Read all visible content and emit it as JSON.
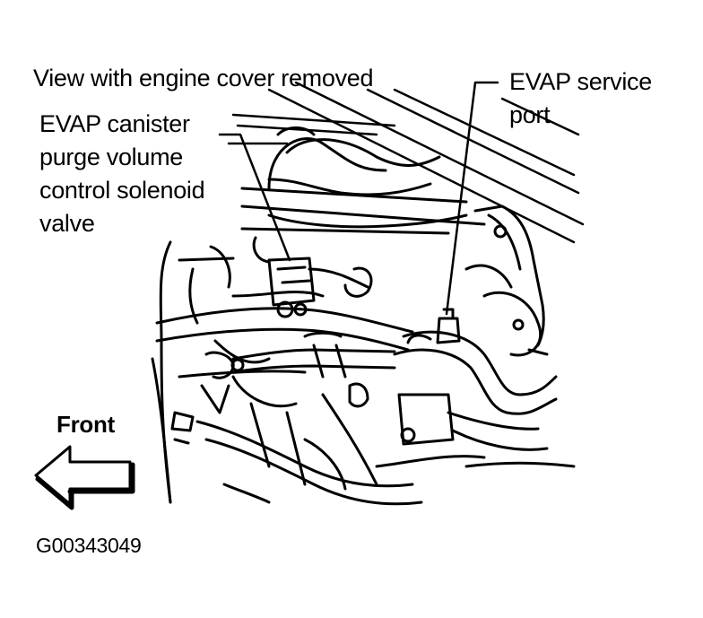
{
  "header": {
    "view_note": "View with engine cover removed"
  },
  "callouts": {
    "solenoid": {
      "lines": [
        "EVAP canister",
        "purge volume",
        "control solenoid",
        "valve"
      ]
    },
    "service_port": {
      "lines": [
        "EVAP service",
        "port"
      ]
    }
  },
  "direction": {
    "label": "Front"
  },
  "figure_id": "G00343049",
  "colors": {
    "ink": "#000000",
    "paper": "#ffffff"
  }
}
